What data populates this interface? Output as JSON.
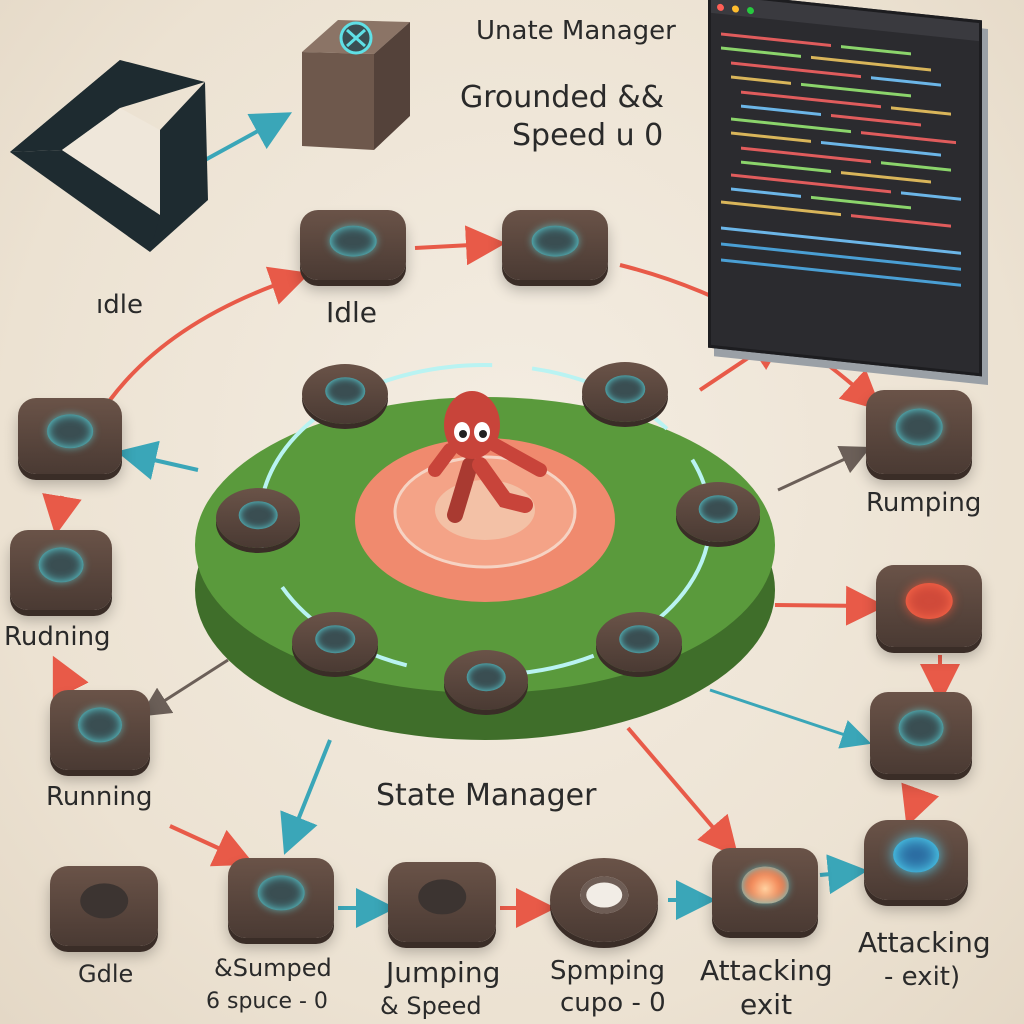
{
  "header": {
    "title": "Unate Manager",
    "condition_line1": "Grounded &&",
    "condition_line2": "Speed u 0"
  },
  "center_label": "State Manager",
  "labels": {
    "left_idle": "ıdle",
    "top_idle": "Idle",
    "right_rumping": "Rumping",
    "left_rudning": "Rudning",
    "left_running": "Running"
  },
  "bottom_row": {
    "gdle": "Gdle",
    "sumped_line1": "&Sumped",
    "sumped_line2": "6 spuce - 0",
    "jumping_line1": "Jumping",
    "jumping_line2": "& Speed",
    "spmping_line1": "Spmping",
    "spmping_line2": "cupo - 0",
    "attacking_exit_line1": "Attacking",
    "attacking_exit_line2": "exit",
    "attacking_line1": "Attacking",
    "attacking_line2": "- exit)"
  },
  "colors": {
    "arrow_red": "#e85a48",
    "arrow_teal": "#3aa6b8",
    "platform_green": "#5a9a3c",
    "glow_cyan": "#5fe0e6",
    "character_red": "#c8443a"
  },
  "icons": [
    "unity-logo-icon",
    "cube-icon",
    "character-icon",
    "code-window-icon",
    "fire-icon"
  ]
}
